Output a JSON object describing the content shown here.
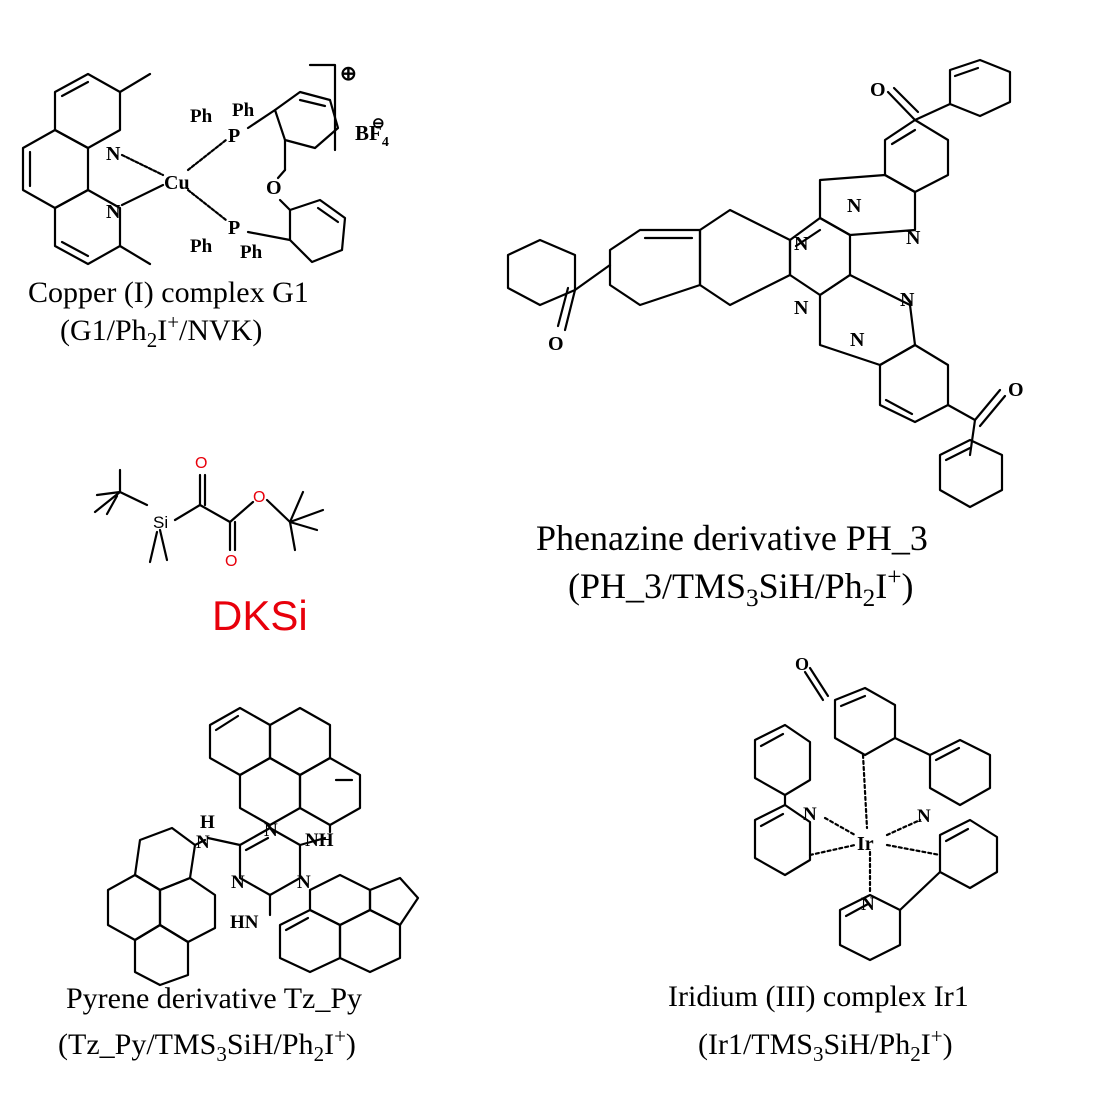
{
  "colors": {
    "ink": "#000000",
    "accent_red": "#e8000b",
    "background": "#ffffff"
  },
  "g1": {
    "title": "Copper (I) complex G1",
    "system_open": "(G1/Ph",
    "system_sub": "2",
    "system_mid": "I",
    "system_sup": "+",
    "system_close": "/NVK)",
    "atoms": {
      "n_top": "N",
      "n_bottom": "N",
      "cu": "Cu",
      "p_top": "P",
      "p_bottom": "P",
      "o": "O",
      "ph1": "Ph",
      "ph2": "Ph",
      "ph3": "Ph",
      "ph4": "Ph",
      "counter_ion": "BF",
      "counter_sub": "4",
      "charge_plus": "⊕",
      "charge_minus": "⊖"
    }
  },
  "ph3": {
    "title": "Phenazine derivative PH_3",
    "system_open": "(PH_3/TMS",
    "system_sub1": "3",
    "system_mid1": "SiH/Ph",
    "system_sub2": "2",
    "system_mid2": "I",
    "system_sup": "+",
    "system_close": ")",
    "atoms": {
      "n1": "N",
      "n2": "N",
      "n3": "N",
      "n4": "N",
      "n5": "N",
      "n6": "N",
      "o1": "O",
      "o2": "O",
      "o3": "O"
    }
  },
  "dksi": {
    "label": "DKSi",
    "atoms": {
      "si": "Si",
      "o_top": "O",
      "o_bottom": "O",
      "o_ester": "O"
    }
  },
  "tzpy": {
    "title": "Pyrene derivative Tz_Py",
    "system_open": "(Tz_Py/TMS",
    "system_sub1": "3",
    "system_mid1": "SiH/Ph",
    "system_sub2": "2",
    "system_mid2": "I",
    "system_sup": "+",
    "system_close": ")",
    "atoms": {
      "h": "H",
      "n_left": "N",
      "nh_right": "NH",
      "hn_bottom": "HN",
      "ring_n1": "N",
      "ring_n2": "N",
      "ring_n3": "N"
    }
  },
  "ir1": {
    "title": "Iridium (III) complex Ir1",
    "system_open": "(Ir1/TMS",
    "system_sub1": "3",
    "system_mid1": "SiH/Ph",
    "system_sub2": "2",
    "system_mid2": "I",
    "system_sup": "+",
    "system_close": ")",
    "atoms": {
      "ir": "Ir",
      "n_left": "N",
      "n_right": "N",
      "n_bottom": "N",
      "o": "O"
    }
  }
}
